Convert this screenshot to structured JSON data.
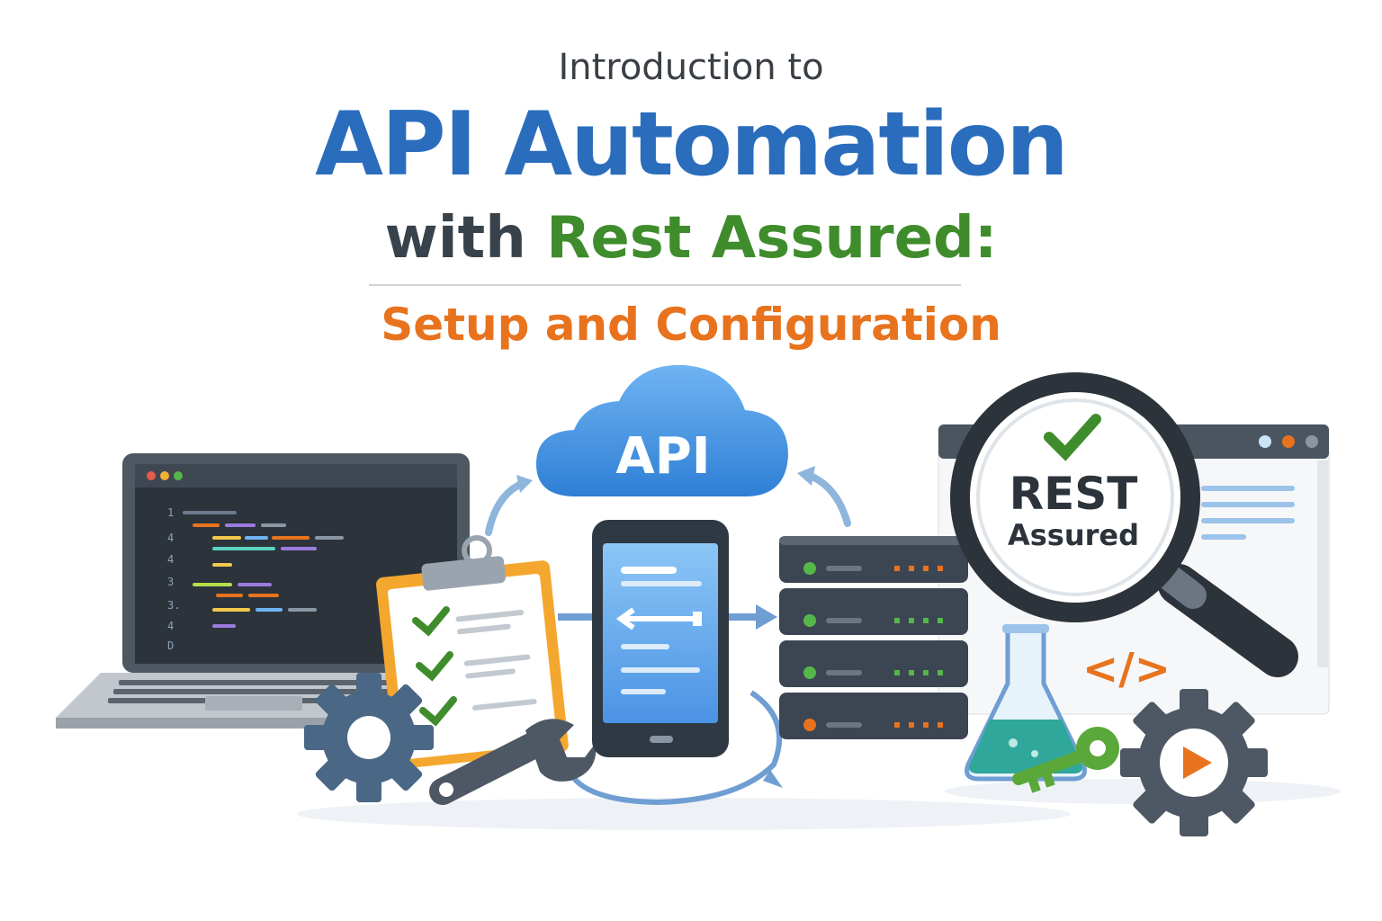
{
  "heading": {
    "intro": "Introduction to",
    "main": "API Automation",
    "with_word": "with",
    "tool": "Rest Assured:",
    "subtitle": "Setup and Configuration"
  },
  "cloud_label": "API",
  "badge": {
    "line1": "REST",
    "line2": "Assured"
  },
  "code_tag": "</>",
  "code_line_numbers": [
    "1",
    "4",
    "4",
    "3",
    "3.",
    "4",
    "D"
  ],
  "colors": {
    "blue": "#2a6dbd",
    "green": "#3f8c2c",
    "orange": "#e8731e",
    "dark": "#38424c"
  },
  "icons": [
    "laptop-icon",
    "cloud-icon",
    "clipboard-icon",
    "phone-icon",
    "server-icon",
    "magnifier-icon",
    "browser-icon",
    "flask-icon",
    "key-icon",
    "gear-icon",
    "wrench-icon",
    "play-icon"
  ]
}
